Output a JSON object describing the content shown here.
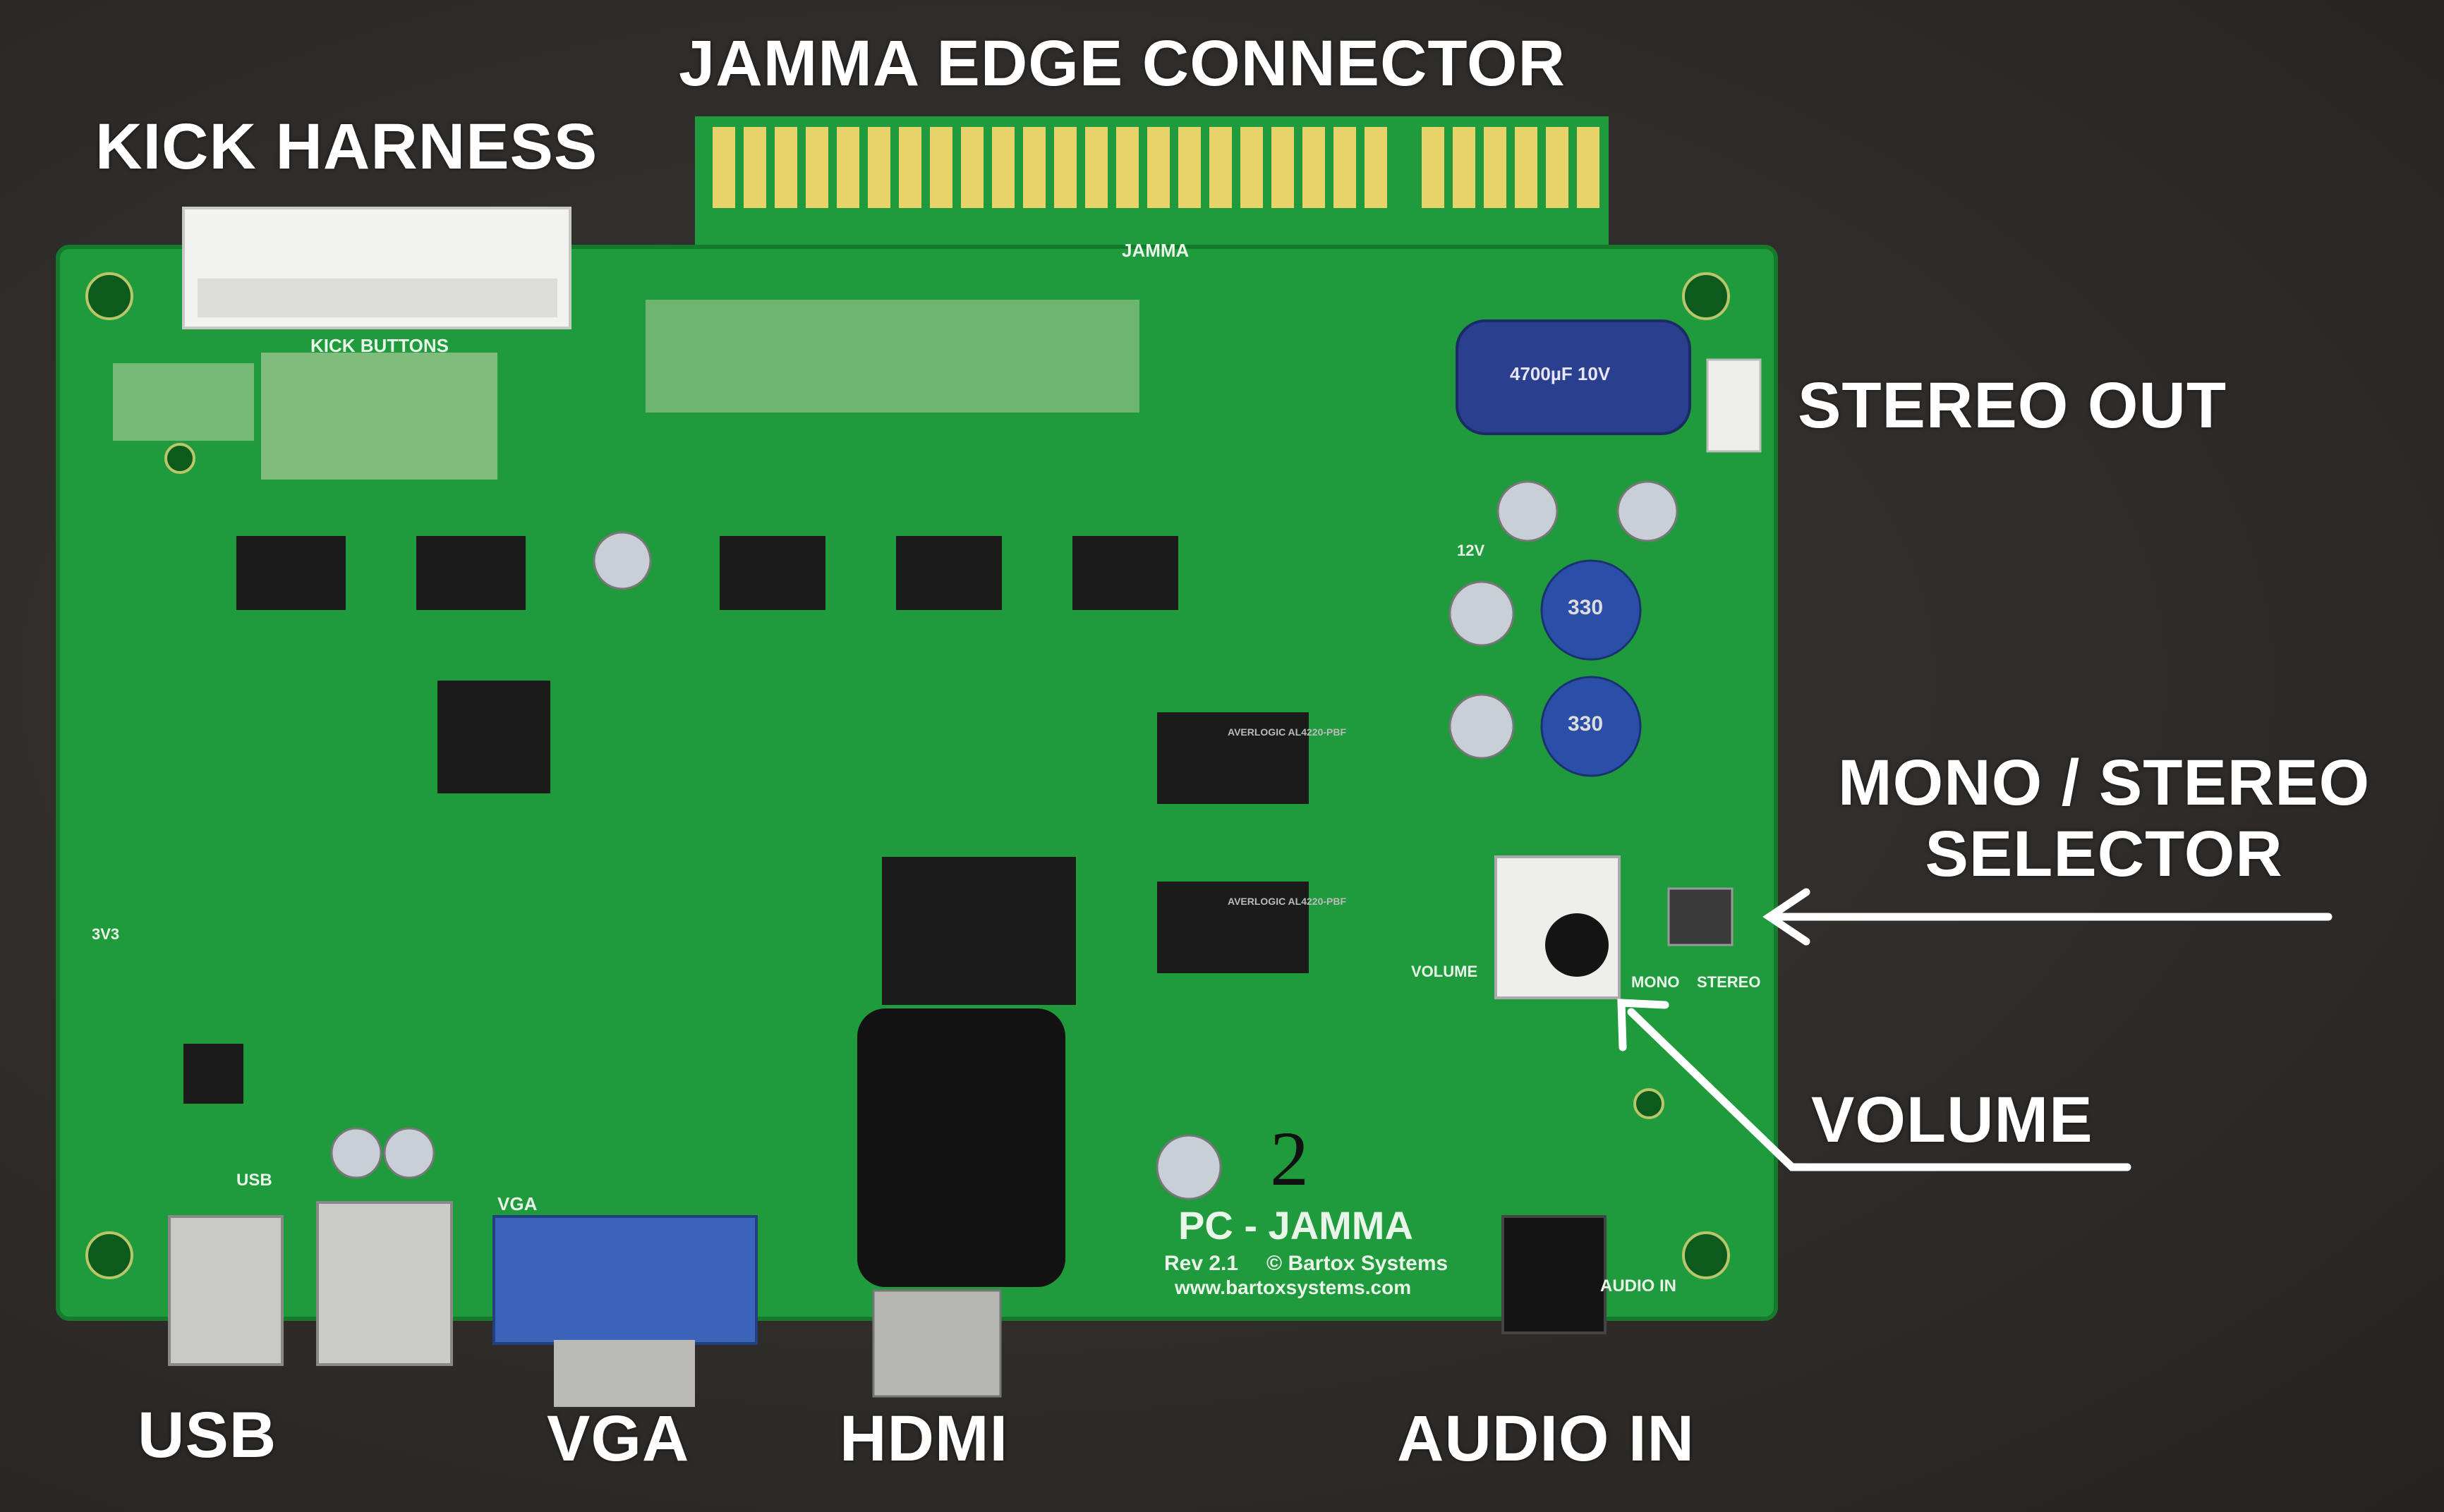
{
  "labels": {
    "kick_harness": "KICK HARNESS",
    "jamma_edge": "JAMMA EDGE CONNECTOR",
    "stereo_out": "STEREO OUT",
    "mono_stereo_line1": "MONO / STEREO",
    "mono_stereo_line2": "SELECTOR",
    "volume": "VOLUME",
    "usb": "USB",
    "vga": "VGA",
    "hdmi": "HDMI",
    "audio_in": "AUDIO IN"
  },
  "silkscreen": {
    "kick_buttons": "KICK BUTTONS",
    "jamma": "JAMMA",
    "board_number": "2",
    "board_name": "PC - JAMMA",
    "revision": "Rev 2.1",
    "copyright": "© Bartox Systems",
    "website": "www.bartoxsystems.com",
    "usb": "USB",
    "vga": "VGA",
    "volume": "VOLUME",
    "mono": "MONO",
    "stereo": "STEREO",
    "audio_in": "AUDIO IN",
    "cap_value": "4700µF 10V",
    "cap_small": "330",
    "voltage_12v": "12V",
    "voltage_3v3": "3V3",
    "chip_marking": "AVERLOGIC AL4220-PBF"
  },
  "colors": {
    "pcb_green": "#1f9a3c",
    "pcb_dark": "#167a2c",
    "gold": "#e8d36a",
    "label_white": "#ffffff",
    "background": "#2e2b28"
  }
}
